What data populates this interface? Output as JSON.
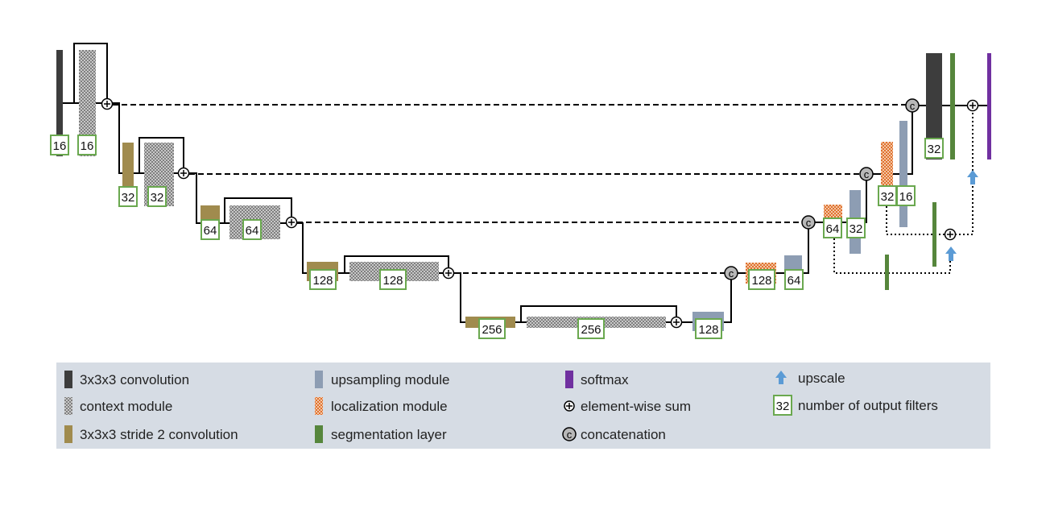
{
  "colors": {
    "conv": "#3d3d3d",
    "stride": "#a08b4e",
    "context_base": "#c8c8c8",
    "context_dot": "#7f7f7f",
    "upsampling": "#8d9db3",
    "localization_base": "#f3c7a5",
    "localization_dot": "#e0712f",
    "segmentation": "#56863c",
    "softmax": "#7030a0",
    "upscale": "#5b9bd5",
    "filter_border": "#6aa84f",
    "legend_bg": "#d6dce4",
    "line": "#000000"
  },
  "filters": {
    "l1_conv": "16",
    "l1_ctx": "16",
    "l2_stride": "32",
    "l2_ctx": "32",
    "l3_stride": "64",
    "l3_ctx": "64",
    "l4_stride": "128",
    "l4_ctx": "128",
    "l5_stride": "256",
    "l5_ctx": "256",
    "up1": "128",
    "loc4": "128",
    "up4": "64",
    "loc3": "64",
    "up3": "32",
    "loc2": "32",
    "up2": "16",
    "final_conv": "32"
  },
  "concat_symbol": "c",
  "legend": {
    "conv": "3x3x3 convolution",
    "context": "context module",
    "stride": "3x3x3 stride 2 convolution",
    "upsampling": "upsampling module",
    "localization": "localization module",
    "segmentation": "segmentation layer",
    "softmax": "softmax",
    "sum": "element-wise sum",
    "concat": "concatenation",
    "upscale": "upscale",
    "filters_example": "32",
    "filters_text": "number of output filters"
  }
}
